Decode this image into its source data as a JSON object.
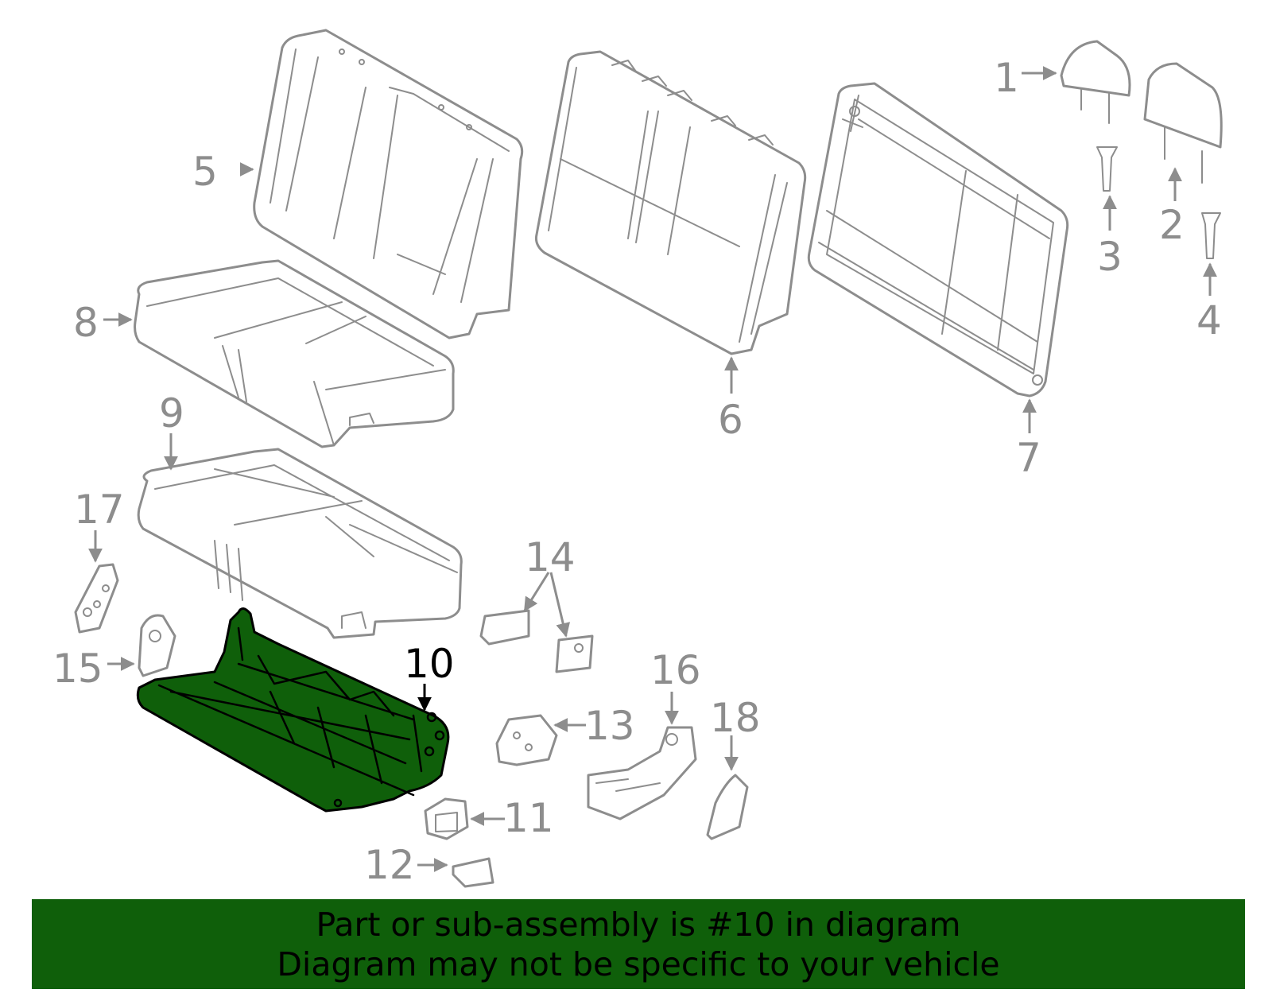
{
  "diagram": {
    "highlight_color": "#0f5f0a",
    "line_color": "#8d8d8d",
    "highlighted_part": "10",
    "callouts": [
      "1",
      "2",
      "3",
      "4",
      "5",
      "6",
      "7",
      "8",
      "9",
      "10",
      "11",
      "12",
      "13",
      "14",
      "15",
      "16",
      "17",
      "18"
    ]
  },
  "banner": {
    "line1": "Part or sub-assembly is #10 in diagram",
    "line2": "Diagram may not be specific to your vehicle",
    "background": "#0f5f0a"
  }
}
